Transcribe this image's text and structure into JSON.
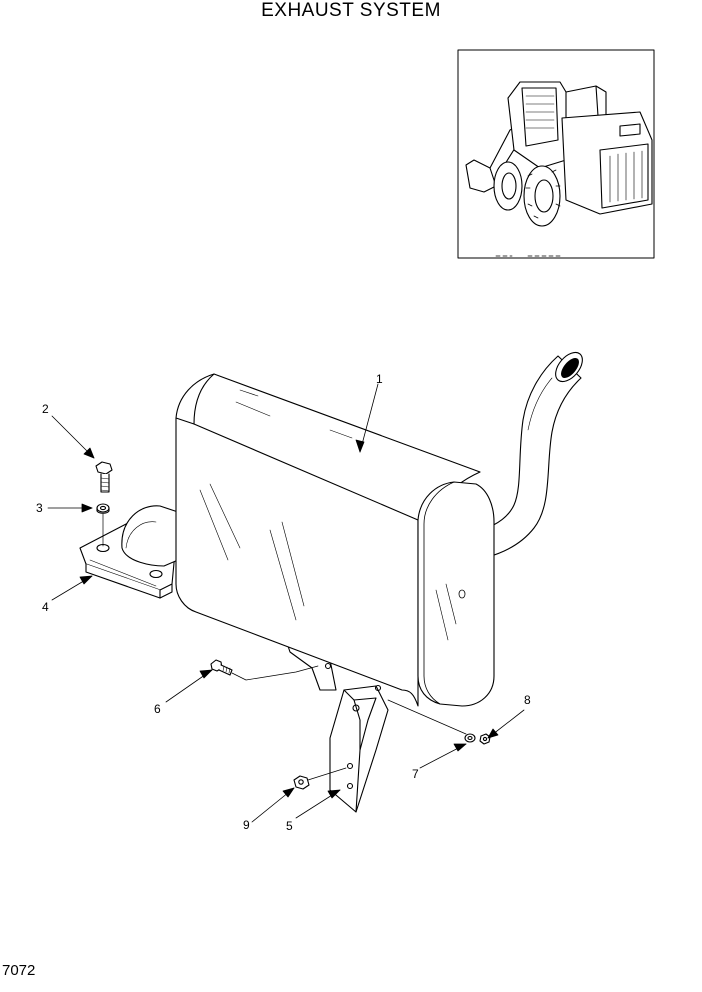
{
  "title": "EXHAUST SYSTEM",
  "page_number": "7072",
  "callouts": {
    "c1": "1",
    "c2": "2",
    "c3": "3",
    "c4": "4",
    "c5": "5",
    "c6": "6",
    "c7": "7",
    "c8": "8",
    "c9": "9"
  }
}
